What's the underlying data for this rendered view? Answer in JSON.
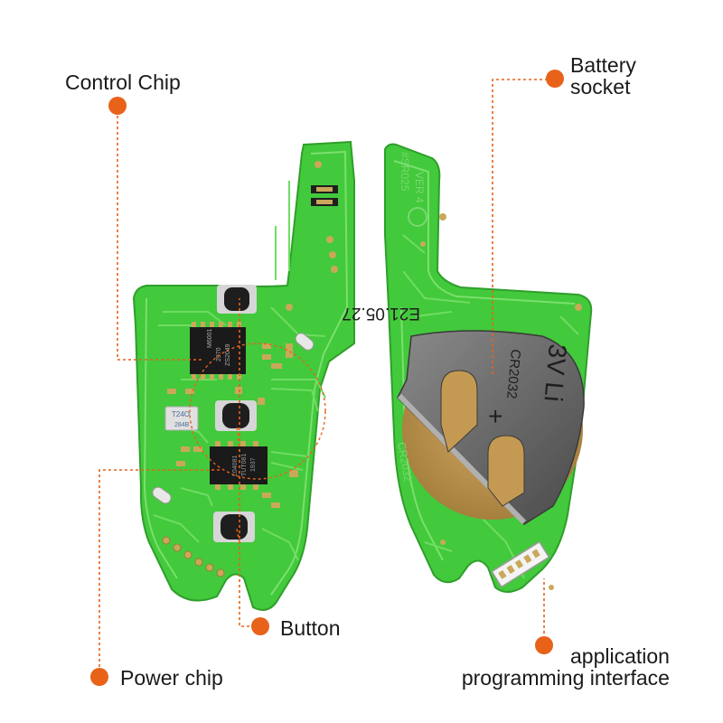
{
  "callouts": {
    "control_chip": {
      "label": "Control Chip"
    },
    "battery_socket": {
      "lines": [
        "Battery",
        "socket"
      ]
    },
    "button": {
      "label": "Button"
    },
    "power_chip": {
      "label": "Power chip"
    },
    "api": {
      "lines": [
        "application",
        "programming interface"
      ]
    }
  },
  "board_markings": {
    "component_1": [
      "M6001",
      "2970",
      "ZS2049"
    ],
    "crystal": [
      "T24O",
      "284B"
    ],
    "component_2": [
      "L04081",
      "TUT081",
      "1937"
    ],
    "revision": [
      "#SR025",
      "VER 4"
    ],
    "date_code": "E21.05.27",
    "battery_text": [
      "CR2032",
      "3V Li"
    ],
    "board_cr": "CR2032"
  },
  "colors": {
    "pcb": "#43c93c",
    "pcb_edge": "#2f9f2b",
    "trace": "#6fdc63",
    "pad": "#c9a85a",
    "callout": "#e8621a",
    "chip": "#222222",
    "metal": "#6b6b6b"
  },
  "icons": {
    "callout_dot": "orange-circle",
    "button_cap": "black-rounded-square",
    "connector": "white-5-pin-header"
  }
}
